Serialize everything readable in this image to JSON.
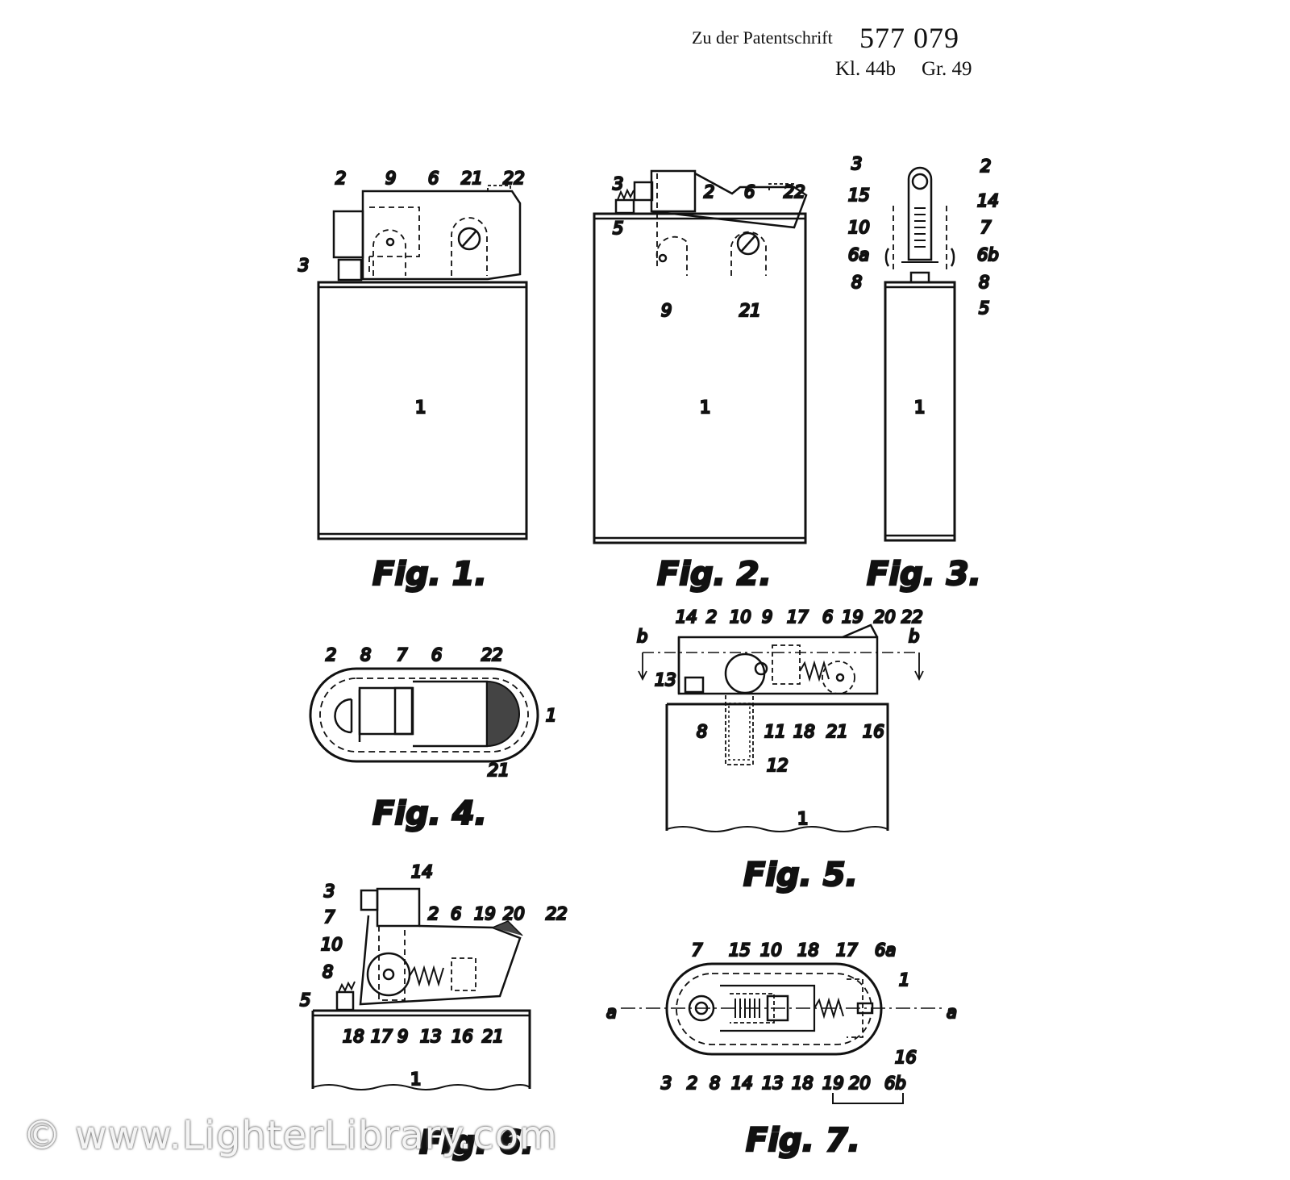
{
  "header": {
    "prefix": "Zu der Patentschrift",
    "number": "577 079",
    "klasse": "Kl. 44b",
    "gruppe": "Gr. 49"
  },
  "figures": {
    "fig1": {
      "caption": "Fig. 1.",
      "labels": [
        "2",
        "9",
        "6",
        "21",
        "22",
        "3",
        "1"
      ]
    },
    "fig2": {
      "caption": "Fig. 2.",
      "labels": [
        "3",
        "2",
        "6",
        "22",
        "5",
        "9",
        "21",
        "1"
      ]
    },
    "fig3": {
      "caption": "Fig. 3.",
      "labels": [
        "3",
        "2",
        "15",
        "14",
        "10",
        "7",
        "6a",
        "6b",
        "8",
        "8",
        "5",
        "1"
      ]
    },
    "fig4": {
      "caption": "Fig. 4.",
      "labels": [
        "2",
        "8",
        "7",
        "6",
        "22",
        "1",
        "21"
      ]
    },
    "fig5": {
      "caption": "Fig. 5.",
      "labels": [
        "14",
        "2",
        "10",
        "9",
        "17",
        "6",
        "19",
        "20",
        "22",
        "b",
        "b",
        "13",
        "8",
        "11",
        "18",
        "21",
        "16",
        "12",
        "1"
      ]
    },
    "fig6": {
      "caption": "Fig. 6.",
      "labels": [
        "14",
        "3",
        "2",
        "6",
        "19",
        "20",
        "22",
        "7",
        "10",
        "8",
        "5",
        "18",
        "17",
        "9",
        "13",
        "16",
        "21",
        "1"
      ]
    },
    "fig7": {
      "caption": "Fig. 7.",
      "labels": [
        "7",
        "15",
        "10",
        "18",
        "17",
        "6a",
        "1",
        "a",
        "a",
        "16",
        "3",
        "2",
        "8",
        "14",
        "13",
        "18",
        "19",
        "20",
        "6b"
      ]
    }
  },
  "watermark": "© www.LighterLibrary.com",
  "colors": {
    "ink": "#111111",
    "paper": "#ffffff"
  }
}
